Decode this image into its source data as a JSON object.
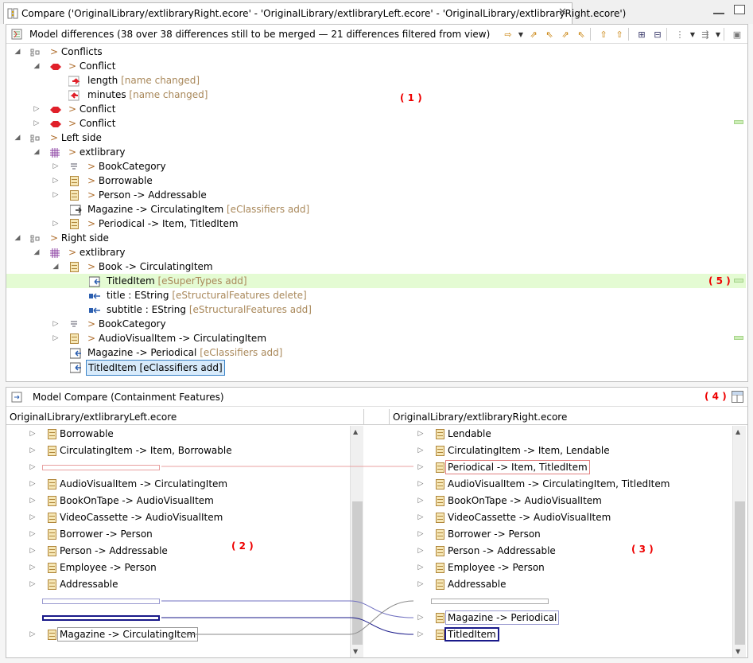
{
  "window": {
    "tab_title": "Compare ('OriginalLibrary/extlibraryRight.ecore' - 'OriginalLibrary/extlibraryLeft.ecore' - 'OriginalLibrary/extlibraryRight.ecore')",
    "close_glyph": "✕"
  },
  "top_panel": {
    "header": "Model differences  (38 over 38 differences still to be merged — 21 differences filtered from view)",
    "annotation": "( 1 )",
    "rows": [
      {
        "label": "Conflicts"
      },
      {
        "label": "Conflict"
      },
      {
        "label": "length",
        "tag": "[name changed]"
      },
      {
        "label": "minutes",
        "tag": "[name changed]"
      },
      {
        "label": "Conflict"
      },
      {
        "label": "Conflict"
      },
      {
        "label": "Left side"
      },
      {
        "label": "extlibrary"
      },
      {
        "label": "BookCategory"
      },
      {
        "label": "Borrowable"
      },
      {
        "label": "Person -> Addressable"
      },
      {
        "label": "Magazine -> CirculatingItem",
        "tag": "[eClassifiers add]"
      },
      {
        "label": "Periodical -> Item, TitledItem"
      },
      {
        "label": "Right side"
      },
      {
        "label": "extlibrary"
      },
      {
        "label": "Book -> CirculatingItem"
      },
      {
        "label": "TitledItem",
        "tag": "[eSuperTypes add]"
      },
      {
        "label": "title : EString",
        "tag": "[eStructuralFeatures delete]"
      },
      {
        "label": "subtitle : EString",
        "tag": "[eStructuralFeatures add]"
      },
      {
        "label": "BookCategory"
      },
      {
        "label": "AudioVisualItem -> CirculatingItem"
      },
      {
        "label": "Magazine -> Periodical",
        "tag": "[eClassifiers add]"
      },
      {
        "label": "TitledItem",
        "tag": "[eClassifiers add]"
      }
    ],
    "annotation_5": "( 5 )"
  },
  "bottom_panel": {
    "header": "Model Compare (Containment Features)",
    "annotation_4": "( 4 )",
    "left_title": "OriginalLibrary/extlibraryLeft.ecore",
    "right_title": "OriginalLibrary/extlibraryRight.ecore",
    "annotation_2": "( 2 )",
    "annotation_3": "( 3 )",
    "left_rows": [
      "Borrowable",
      "CirculatingItem -> Item, Borrowable",
      "",
      "AudioVisualItem -> CirculatingItem",
      "BookOnTape -> AudioVisualItem",
      "VideoCassette -> AudioVisualItem",
      "Borrower -> Person",
      "Person -> Addressable",
      "Employee -> Person",
      "Addressable",
      "",
      "",
      "Magazine -> CirculatingItem"
    ],
    "right_rows": [
      "Lendable",
      "CirculatingItem -> Item, Lendable",
      "Periodical -> Item, TitledItem",
      "AudioVisualItem -> CirculatingItem, TitledItem",
      "BookOnTape -> AudioVisualItem",
      "VideoCassette -> AudioVisualItem",
      "Borrower -> Person",
      "Person -> Addressable",
      "Employee -> Person",
      "Addressable",
      "",
      "Magazine -> Periodical",
      "TitledItem"
    ]
  },
  "colors": {
    "conflict": "#e0202a",
    "added": "#d4f5c0",
    "accent": "#3b83c7"
  }
}
